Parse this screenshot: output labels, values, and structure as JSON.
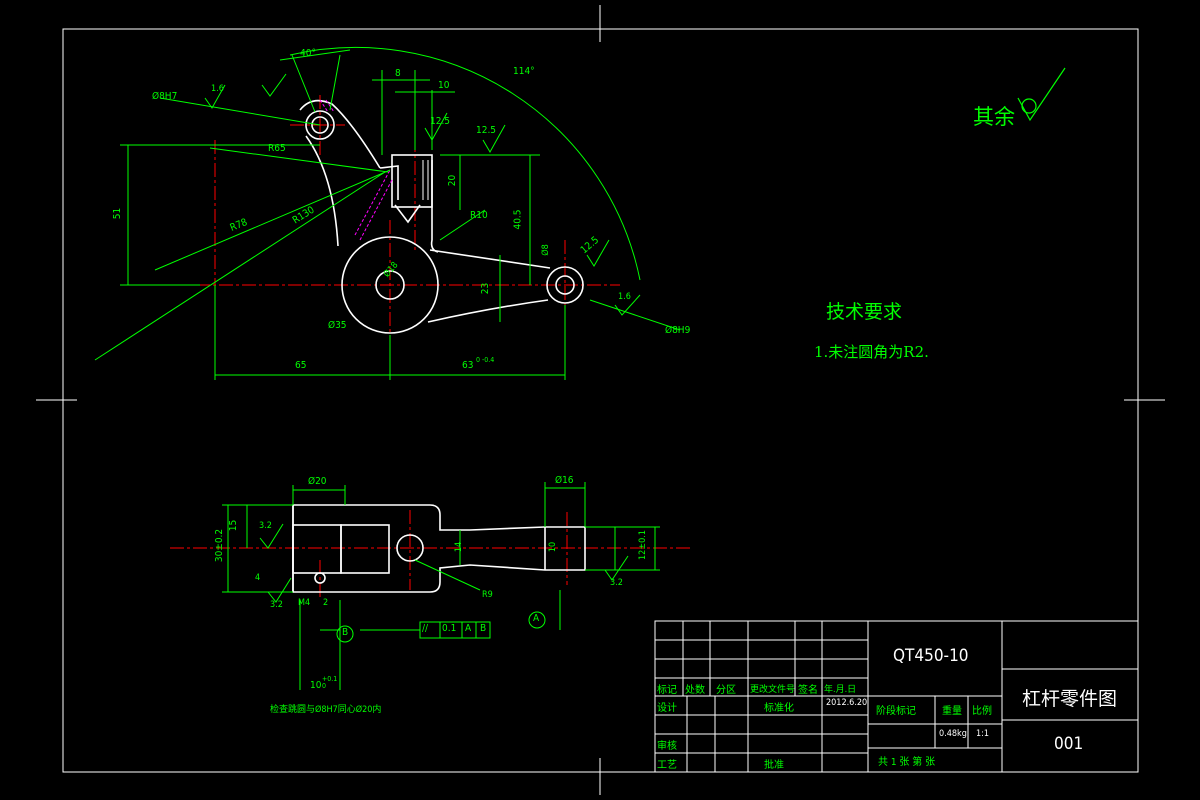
{
  "drawing": {
    "surface_mark": "其余",
    "tech_req_title": "技术要求",
    "tech_req_item": "1.未注圆角为R2.",
    "inspect_note": "检查跳圆与Ø8H7同心Ø20内",
    "part_name": "杠杆零件图",
    "material": "QT450-10",
    "drawing_no": "001",
    "date": "2012.6.20",
    "weight": "0.48kg",
    "scale": "1:1",
    "sheet": "共 1 张 第 张",
    "tb_headers": {
      "mark": "标记",
      "count": "处数",
      "zone": "分区",
      "doc": "更改文件号",
      "sign": "签名",
      "ymd": "年.月.日",
      "design": "设计",
      "std": "标准化",
      "review": "审核",
      "craft": "工艺",
      "approve": "批准",
      "stage": "阶段标记",
      "weight_h": "重量",
      "scale_h": "比例"
    },
    "colors": {
      "background": "#000000",
      "outline": "#ffffff",
      "dimension": "#00ff00",
      "centerline": "#ff0000",
      "hatch": "#ff00ff"
    },
    "dims": {
      "d_top": "8",
      "d_top2": "10",
      "ra_a": "12.5",
      "ra_b": "12.5",
      "ra_c": "12.5",
      "r65": "R65",
      "r78": "R78",
      "r130": "R130",
      "r10": "R10",
      "d_20": "20",
      "d_51": "51",
      "d_40_5": "40.5",
      "d_23": "23",
      "d_65": "65",
      "d_63": "63",
      "tol_63": "0 -0.4",
      "phi8h7": "Ø8H7",
      "phi8h9": "Ø8H9",
      "phi35": "Ø35",
      "phi16": "Ø16",
      "phi20": "Ø20",
      "angle114": "114°",
      "angle40": "40°",
      "ra16a": "1.6",
      "ra16b": "1.6",
      "ra32a": "3.2",
      "ra32b": "3.2",
      "ra32c": "3.2",
      "d_30": "30±0.2",
      "d_15": "15",
      "d_4": "4",
      "d_2": "2",
      "m4": "M4",
      "r9": "R9",
      "d_14": "14",
      "d_10": "10",
      "d_12": "12±0.1",
      "d_10b": "10",
      "tol10": "+0.1 0",
      "tol_val": "0.1",
      "datum_a": "A",
      "datum_b": "B",
      "par_sym": "//",
      "d_35": "35",
      "d_8r": "Ø18",
      "d_8s": "Ø8"
    }
  }
}
